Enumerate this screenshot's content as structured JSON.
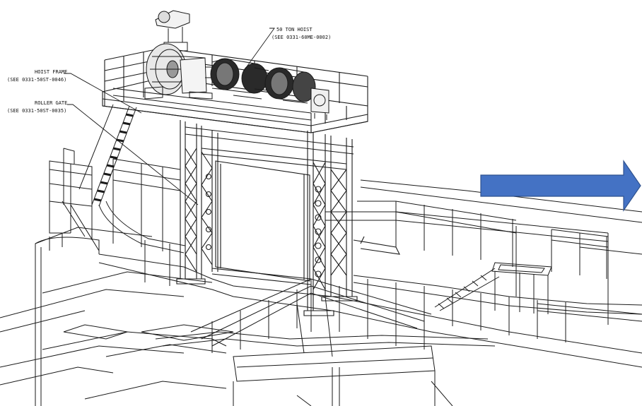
{
  "labels": {
    "hoist": {
      "title": "50 TON HOIST",
      "ref": "(SEE 0331-60ME-0002)"
    },
    "hoist_frame": {
      "title": "HOIST FRAME",
      "ref": "(SEE 0331-50ST-0046)"
    },
    "roller_gate": {
      "title": "ROLLER GATE",
      "ref": "(SEE 0331-50ST-0035)"
    }
  },
  "colors": {
    "line": "#1a1a1a",
    "arrow_fill": "#4472c4",
    "arrow_stroke": "#2f528f",
    "background": "#ffffff"
  },
  "icons": {
    "arrow": "right-arrow-icon"
  }
}
